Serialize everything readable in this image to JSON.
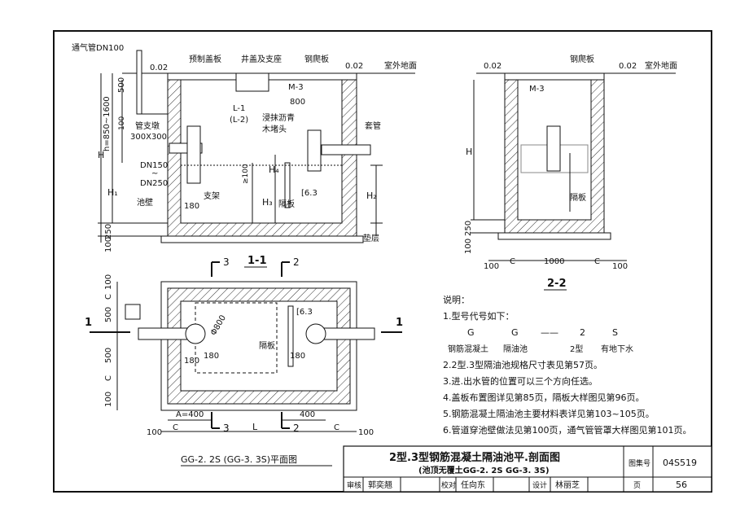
{
  "section_1_1": {
    "title": "1-1",
    "labels": {
      "vent_pipe": "通气管DN100",
      "precast_cover": "预制盖板",
      "manhole": "井盖及支座",
      "steel_plate": "钢爬板",
      "grade_left": "0.02",
      "grade_right": "0.02",
      "ground": "室外地面",
      "m3": "M-3",
      "l1": "L-1",
      "l2": "(L-2)",
      "w800": "800",
      "dim500": "500",
      "dim100": "100",
      "h_range": "h=850~1600",
      "pipe_support": "管支墩",
      "support_size": "300X300",
      "asphalt": "浸抹沥青",
      "wood_plug": "木堵头",
      "sleeve": "套管",
      "dn150": "DN150",
      "dn_tilde": "~",
      "dn250": "DN250",
      "ge100": "≥100",
      "h_label": "H",
      "h1": "H₁",
      "h2": "H₂",
      "h3": "H₃",
      "h4": "H₄",
      "pool_wall": "池壁",
      "bracket": "支架",
      "d180": "180",
      "partition": "隔板",
      "angle": "[6.3",
      "d250": "250",
      "d100b": "100",
      "cushion": "垫层"
    }
  },
  "section_2_2": {
    "title": "2-2",
    "labels": {
      "grade_left": "0.02",
      "grade_right": "0.02",
      "steel_plate": "钢爬板",
      "ground": "室外地面",
      "m3": "M-3",
      "h_label": "H",
      "partition": "隔板",
      "d250": "250",
      "d100": "100",
      "b100l": "100",
      "c_left": "C",
      "b1000": "1000",
      "c_right": "C",
      "b100r": "100"
    }
  },
  "plan": {
    "cut1_left": "1",
    "cut1_right": "1",
    "cut3_top": "3",
    "cut3_bottom": "3",
    "cut2_top": "2",
    "cut2_bottom": "2",
    "phi800": "Φ800",
    "angle": "[6.3",
    "partition": "隔板",
    "d180a": "180",
    "d180b": "180",
    "d180c": "180",
    "left_dims": [
      "100",
      "C",
      "500",
      "500",
      "C",
      "100"
    ],
    "a400": "A=400",
    "d400": "400",
    "b100l": "100",
    "c_left": "C",
    "l_label": "L",
    "c_right": "C",
    "b100r": "100",
    "caption": "GG-2. 2S  (GG-3. 3S)平面图"
  },
  "notes": {
    "heading": "说明：",
    "items": [
      "1.型号代号如下：",
      "2.2型.3型隔油池规格尺寸表见第57页。",
      "3.进.出水管的位置可以三个方向任选。",
      "4.盖板布置图详见第85页，隔板大样图见第96页。",
      "5.钢筋混凝土隔油池主要材料表详见第103~105页。",
      "6.管道穿池壁做法见第100页，通气管管罩大样图见第101页。"
    ],
    "code_letters": [
      "G",
      "G",
      "——",
      "2",
      "S"
    ],
    "code_meanings": [
      "钢筋混凝土",
      "隔油池",
      "2型",
      "有地下水"
    ]
  },
  "title_block": {
    "title": "2型.3型钢筋混凝土隔油池平.剖面图",
    "subtitle": "(池顶无覆土GG-2. 2S  GG-3. 3S)",
    "atlas_label": "图集号",
    "atlas_no": "04S519",
    "page_label": "页",
    "page_no": "56",
    "review_label": "审核",
    "reviewer": "郭奕翘",
    "check_label": "校对",
    "checker": "任向东",
    "design_label": "设计",
    "designer": "林丽芝"
  }
}
